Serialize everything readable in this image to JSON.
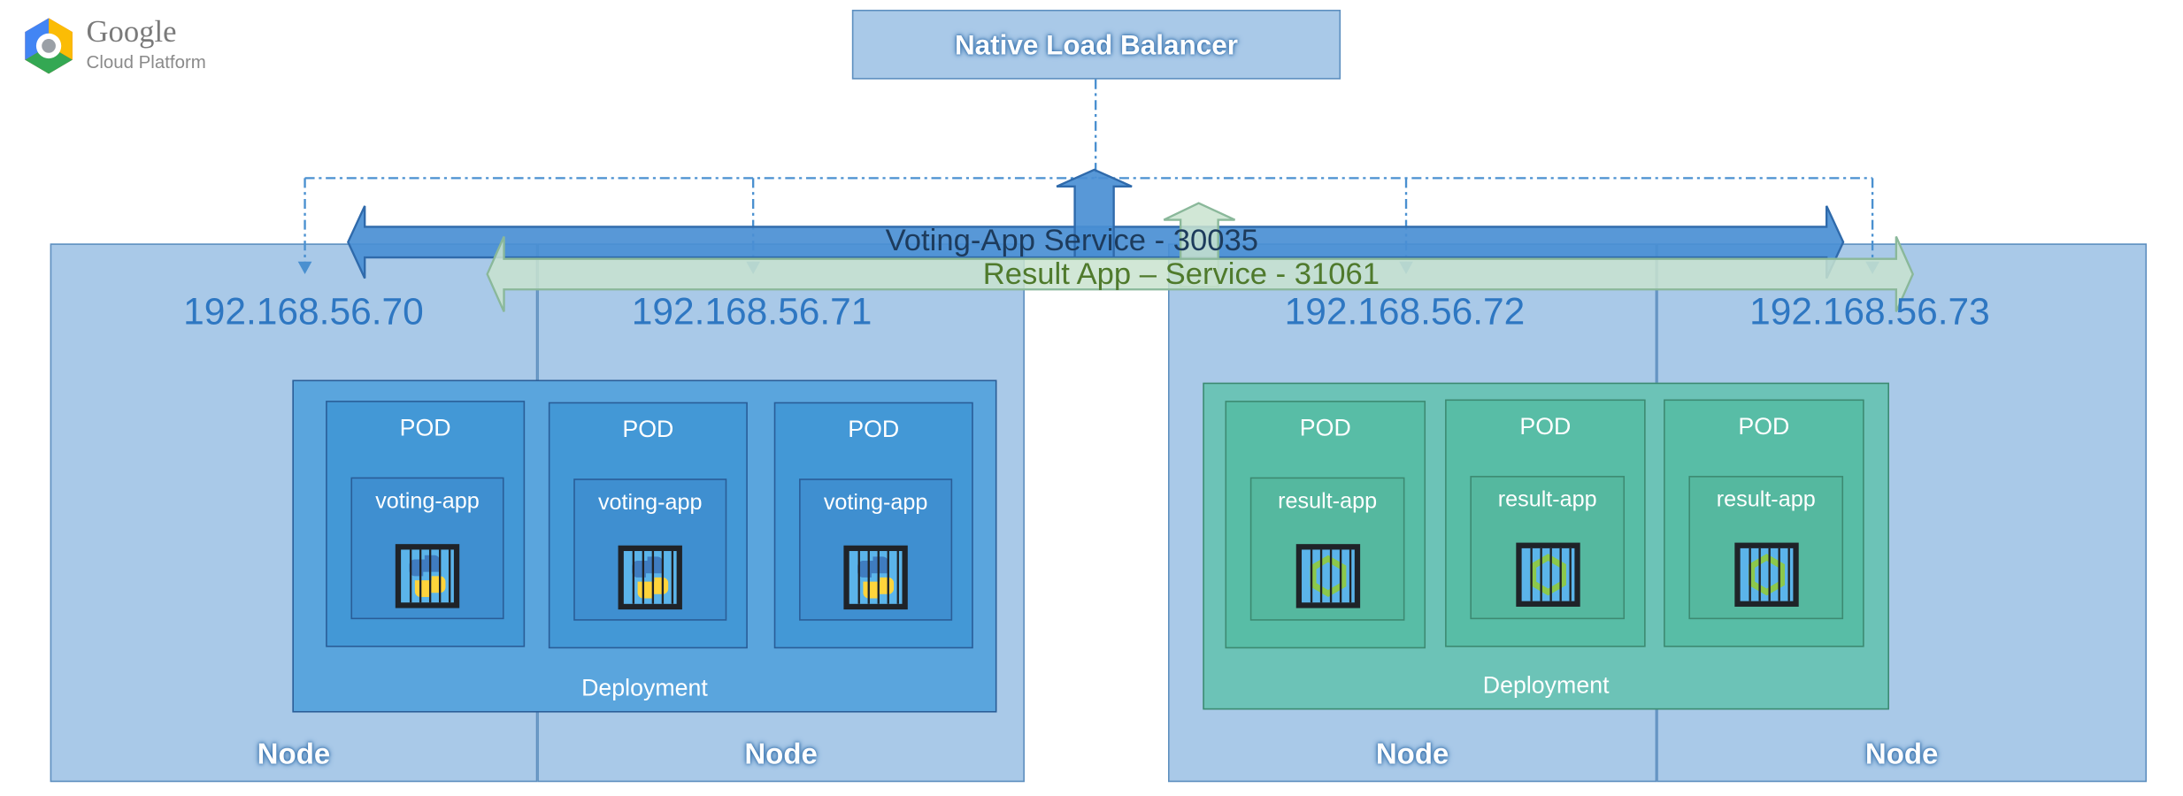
{
  "logo": {
    "title": "Google",
    "subtitle": "Cloud Platform"
  },
  "load_balancer": {
    "label": "Native Load Balancer"
  },
  "services": {
    "voting": {
      "label": "Voting-App Service - 30035",
      "color": "#4a8fd4"
    },
    "result": {
      "label": "Result App – Service - 31061",
      "color": "#c9e3cf"
    }
  },
  "nodes": [
    {
      "ip": "192.168.56.70",
      "label": "Node"
    },
    {
      "ip": "192.168.56.71",
      "label": "Node"
    },
    {
      "ip": "192.168.56.72",
      "label": "Node"
    },
    {
      "ip": "192.168.56.73",
      "label": "Node"
    }
  ],
  "deployments": {
    "voting": {
      "label": "Deployment",
      "pods": [
        {
          "label": "POD",
          "app": "voting-app",
          "icon": "python-container-icon"
        },
        {
          "label": "POD",
          "app": "voting-app",
          "icon": "python-container-icon"
        },
        {
          "label": "POD",
          "app": "voting-app",
          "icon": "python-container-icon"
        }
      ]
    },
    "result": {
      "label": "Deployment",
      "pods": [
        {
          "label": "POD",
          "app": "result-app",
          "icon": "nodejs-container-icon"
        },
        {
          "label": "POD",
          "app": "result-app",
          "icon": "nodejs-container-icon"
        },
        {
          "label": "POD",
          "app": "result-app",
          "icon": "nodejs-container-icon"
        }
      ]
    }
  }
}
